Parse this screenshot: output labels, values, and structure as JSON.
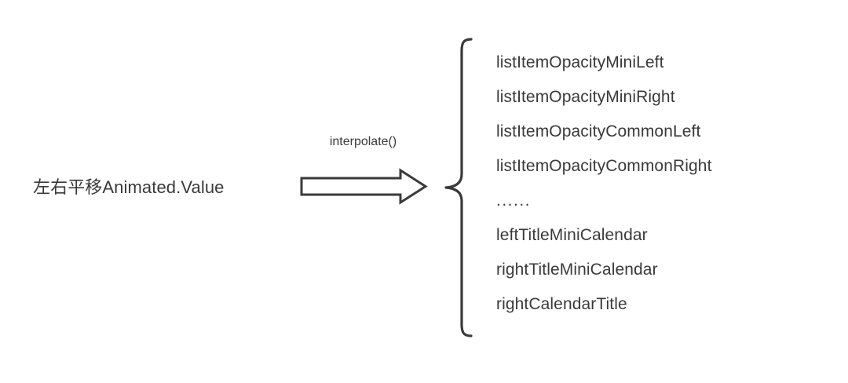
{
  "diagram": {
    "type": "flow-mapping",
    "background_color": "#ffffff",
    "text_color": "#3a3a3a",
    "stroke_color": "#3a3a3a",
    "source": {
      "label": "左右平移Animated.Value"
    },
    "connector": {
      "icon": "block-arrow-right-icon",
      "caption": "interpolate()",
      "direction": "right"
    },
    "grouping": {
      "icon": "curly-brace-left-icon"
    },
    "targets": [
      {
        "label": "listItemOpacityMiniLeft",
        "kind": "value"
      },
      {
        "label": "listItemOpacityMiniRight",
        "kind": "value"
      },
      {
        "label": "listItemOpacityCommonLeft",
        "kind": "value"
      },
      {
        "label": "listItemOpacityCommonRight",
        "kind": "value"
      },
      {
        "label": "......",
        "kind": "ellipsis"
      },
      {
        "label": "leftTitleMiniCalendar",
        "kind": "value"
      },
      {
        "label": "rightTitleMiniCalendar",
        "kind": "value"
      },
      {
        "label": "rightCalendarTitle",
        "kind": "value"
      }
    ]
  }
}
